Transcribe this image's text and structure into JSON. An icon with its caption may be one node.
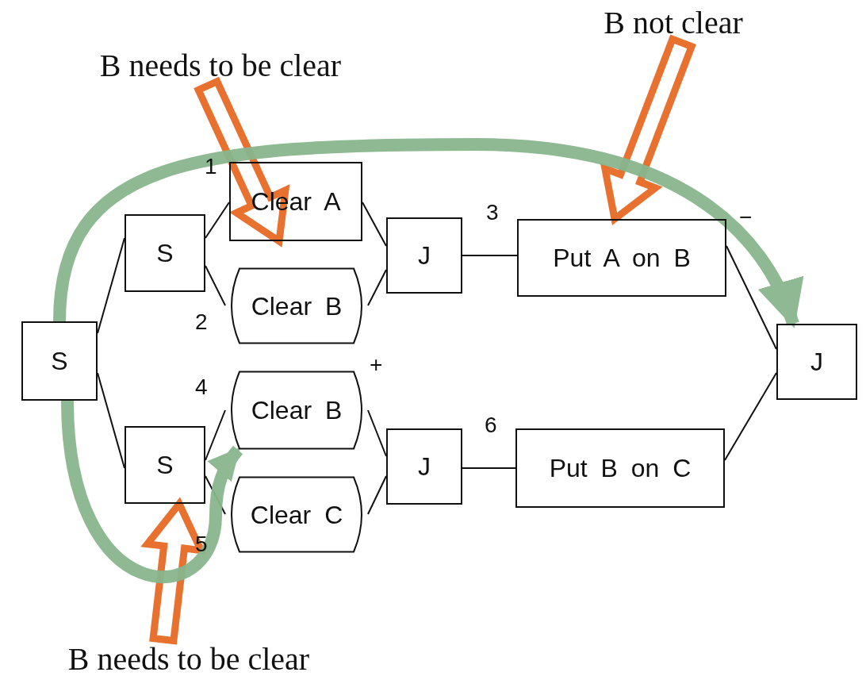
{
  "diagram": {
    "nodes": [
      {
        "text": [
          "S"
        ]
      },
      {
        "text": [
          "S"
        ]
      },
      {
        "text": [
          "Clear A"
        ]
      },
      {
        "text": [
          "Clear B"
        ]
      },
      {
        "text": [
          "J"
        ]
      },
      {
        "text": [
          "Put A on B"
        ]
      },
      {
        "text": [
          "S"
        ]
      },
      {
        "text": [
          "Clear B"
        ]
      },
      {
        "text": [
          "Clear C"
        ]
      },
      {
        "text": [
          "J"
        ]
      },
      {
        "text": [
          "Put B on C"
        ]
      },
      {
        "text": [
          "J"
        ]
      },
      {
        "text": [
          "B needs to be clear"
        ]
      },
      {
        "text": [
          "B not clear"
        ]
      },
      {
        "text": [
          "B needs to be clear"
        ]
      }
    ],
    "edges": [
      {
        "from": 0,
        "to": 1,
        "arrow": "none"
      },
      {
        "from": 0,
        "to": 6,
        "arrow": "none"
      },
      {
        "from": 1,
        "to": 2,
        "arrow": "none"
      },
      {
        "from": 1,
        "to": 3,
        "arrow": "none"
      },
      {
        "from": 2,
        "to": 4,
        "arrow": "none"
      },
      {
        "from": 3,
        "to": 4,
        "arrow": "none"
      },
      {
        "from": 4,
        "to": 5,
        "arrow": "none"
      },
      {
        "from": 5,
        "to": 11,
        "arrow": "none"
      },
      {
        "from": 6,
        "to": 7,
        "arrow": "none"
      },
      {
        "from": 6,
        "to": 8,
        "arrow": "none"
      },
      {
        "from": 7,
        "to": 9,
        "arrow": "none"
      },
      {
        "from": 8,
        "to": 9,
        "arrow": "none"
      },
      {
        "from": 9,
        "to": 10,
        "arrow": "none"
      },
      {
        "from": 10,
        "to": 11,
        "arrow": "none"
      },
      {
        "from": 12,
        "to": 2,
        "arrow": "to",
        "style": "thick",
        "color": "#e8712f"
      },
      {
        "from": 13,
        "to": 5,
        "arrow": "to",
        "style": "thick",
        "color": "#e8712f"
      },
      {
        "from": 14,
        "to": 6,
        "arrow": "to",
        "style": "thick",
        "color": "#e8712f"
      },
      {
        "from": 0,
        "to": 11,
        "arrow": "to",
        "style": "thick",
        "color": "#88b68e"
      },
      {
        "from": 0,
        "to": 7,
        "arrow": "to",
        "style": "thick",
        "color": "#88b68e"
      }
    ],
    "labels": [
      "1",
      "2",
      "3",
      "4",
      "5",
      "6",
      "+",
      "−"
    ]
  }
}
